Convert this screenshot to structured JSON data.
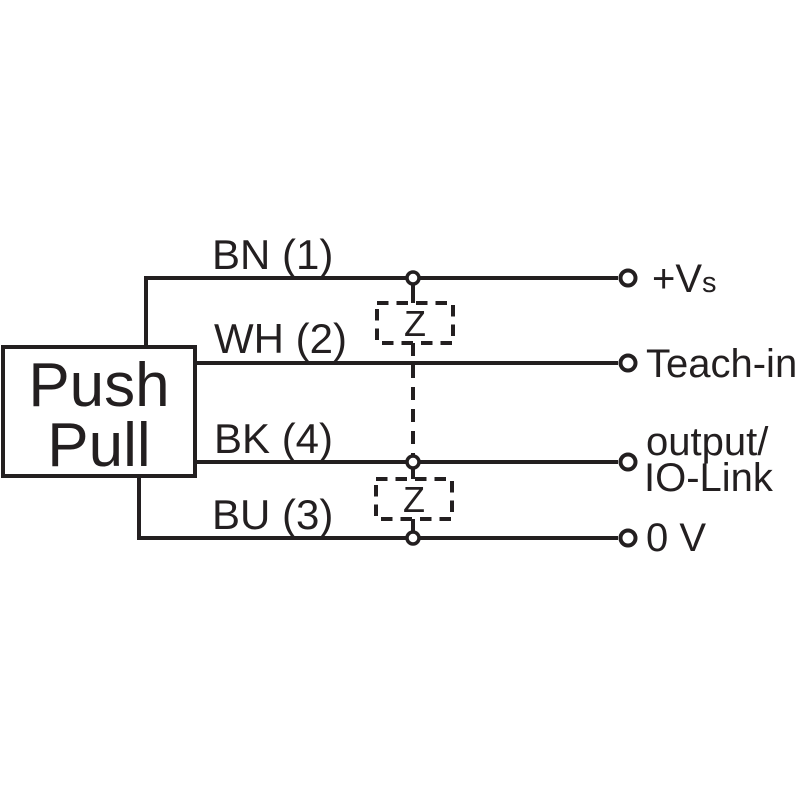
{
  "device_box": {
    "line1": "Push",
    "line2": "Pull"
  },
  "wire_labels": {
    "bn": "BN (1)",
    "wh": "WH (2)",
    "bk": "BK (4)",
    "bu": "BU (3)"
  },
  "terminal_labels": {
    "vs_main": "+V",
    "vs_sub": "s",
    "teach_in": "Teach-in",
    "output_line1": "output/",
    "output_line2": "IO-Link",
    "zero_volt": "0 V"
  },
  "suppressor": {
    "upper_label": "Z",
    "lower_label": "Z"
  },
  "colors": {
    "line": "#231f20",
    "background": "#ffffff"
  }
}
